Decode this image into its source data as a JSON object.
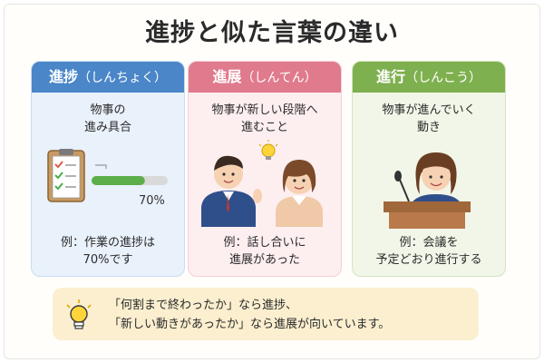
{
  "title": "進捗と似た言葉の違い",
  "cards": [
    {
      "word": "進捗",
      "reading": "（しんちょく）",
      "description": "物事の\n進み具合",
      "progress_percent_label": "70%",
      "progress_fraction": 0.7,
      "example": "例：作業の進捗は\n70%です",
      "color": "#4a86c8"
    },
    {
      "word": "進展",
      "reading": "（しんてん）",
      "description": "物事が新しい段階へ\n進むこと",
      "example": "例：話し合いに\n進展があった",
      "color": "#e07a8d"
    },
    {
      "word": "進行",
      "reading": "（しんこう）",
      "description": "物事が進んでいく\n動き",
      "example": "例：会議を\n予定どおり進行する",
      "color": "#7fb04f"
    }
  ],
  "tip": {
    "text": "「何割まで終わったか」なら進捗、\n「新しい動きがあったか」なら進展が向いています。"
  },
  "icons": [
    "clipboard-icon",
    "lightbulb-icon",
    "microphone-icon"
  ]
}
